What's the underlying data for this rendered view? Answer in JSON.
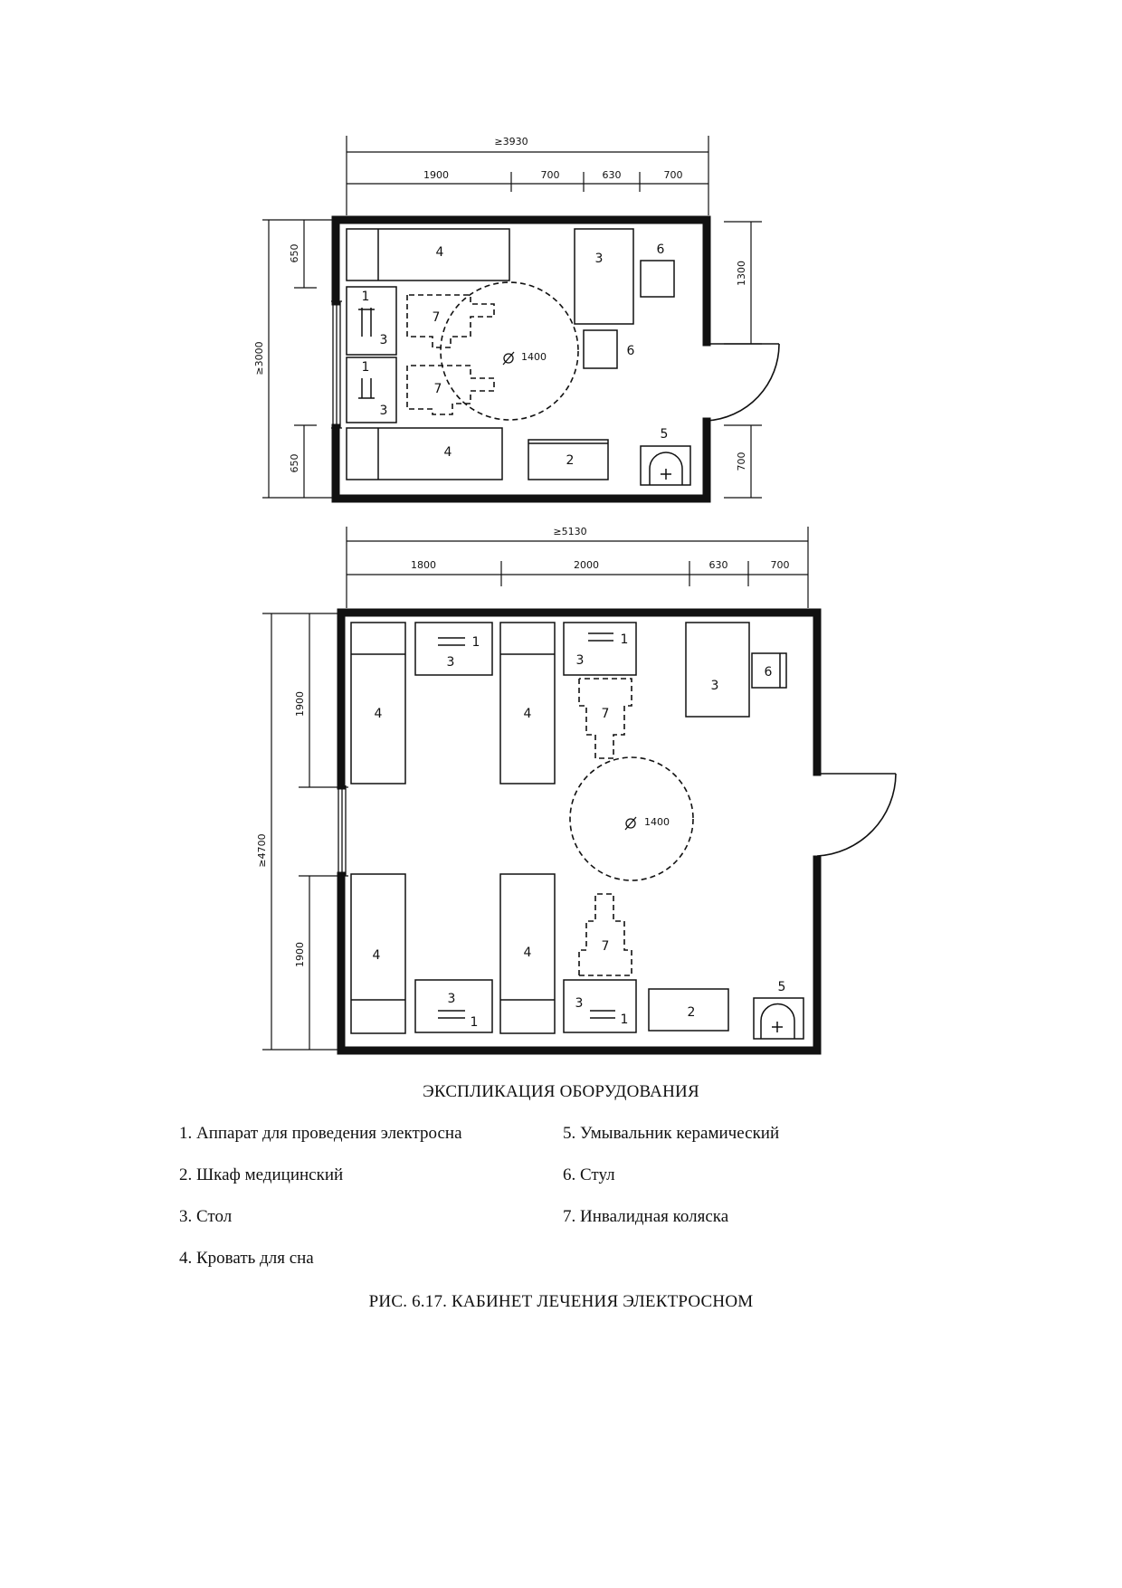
{
  "plan1": {
    "dims": {
      "total": "≥3930",
      "w1": "1900",
      "w2": "700",
      "w3": "630",
      "w4": "700",
      "height": "≥3000",
      "left_top": "650",
      "left_bottom": "650",
      "right_top": "1300",
      "right_bottom": "700"
    },
    "labels": {
      "bed_top": "4",
      "bed_bottom": "4",
      "table_right": "3",
      "chair_top": "6",
      "chair_mid": "6",
      "app_a": "1",
      "table_a": "3",
      "wheel_a": "7",
      "app_b": "1",
      "table_b": "3",
      "wheel_b": "7",
      "circle": "1400",
      "sink": "5",
      "cabinet": "2"
    }
  },
  "plan2": {
    "dims": {
      "total": "≥5130",
      "w1": "1800",
      "w2": "2000",
      "w3": "630",
      "w4": "700",
      "height": "≥4700",
      "left_top": "1900",
      "left_bottom": "1900"
    },
    "labels": {
      "app1": "1",
      "table1": "3",
      "app2": "1",
      "table2": "3",
      "table3": "3",
      "chair": "6",
      "bed1": "4",
      "bed2": "4",
      "wheel_top": "7",
      "circle": "1400",
      "bed3": "4",
      "bed4": "4",
      "wheel_bottom": "7",
      "table4": "3",
      "app4": "1",
      "table5": "3",
      "app5": "1",
      "cabinet": "2",
      "sink": "5"
    }
  },
  "legend": {
    "title": "ЭКСПЛИКАЦИЯ ОБОРУДОВАНИЯ",
    "items": [
      "1. Аппарат для проведения электросна",
      "2. Шкаф медицинский",
      "3. Стол",
      "4. Кровать для сна",
      "5. Умывальник керамический",
      "6. Стул",
      "7. Инвалидная коляска"
    ]
  },
  "caption": "РИС. 6.17. КАБИНЕТ ЛЕЧЕНИЯ ЭЛЕКТРОСНОМ"
}
